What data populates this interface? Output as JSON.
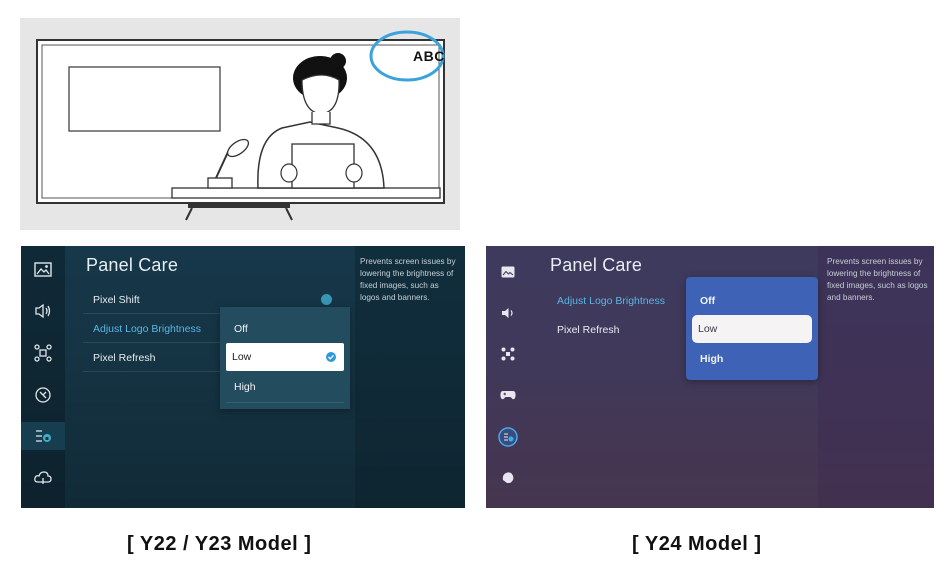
{
  "illustration": {
    "overlay_logo_text": "ABC"
  },
  "old_model": {
    "panel_title": "Panel Care",
    "description": "Prevents screen issues by lowering the brightness of fixed images, such as logos and banners.",
    "menu_items": [
      {
        "label": "Pixel Shift",
        "active": false
      },
      {
        "label": "Adjust Logo Brightness",
        "active": true
      },
      {
        "label": "Pixel Refresh",
        "active": false
      }
    ],
    "dropdown": {
      "options": [
        "Off",
        "Low",
        "High"
      ],
      "selected": "Low"
    },
    "rail_icons": [
      "picture-icon",
      "sound-icon",
      "connection-icon",
      "support-icon",
      "general-icon",
      "cloud-icon"
    ],
    "caption": "[ Y22 / Y23 Model ]"
  },
  "new_model": {
    "panel_title": "Panel Care",
    "description": "Prevents screen issues by lowering the brightness of fixed images, such as logos and banners.",
    "menu_items": [
      {
        "label": "Adjust Logo Brightness",
        "active": true
      },
      {
        "label": "Pixel Refresh",
        "active": false
      }
    ],
    "dropdown": {
      "options": [
        "Off",
        "Low",
        "High"
      ],
      "selected": "Low"
    },
    "rail_icons": [
      "picture-icon",
      "sound-icon",
      "connection-icon",
      "game-icon",
      "general-icon",
      "support-icon"
    ],
    "caption": "[ Y24 Model ]"
  },
  "colors": {
    "active_text": "#5ab6e4",
    "old_dropdown_bg": "#1f4a5e",
    "new_dropdown_bg": "#3a60b8",
    "checkmark": "#2c9ad8"
  }
}
